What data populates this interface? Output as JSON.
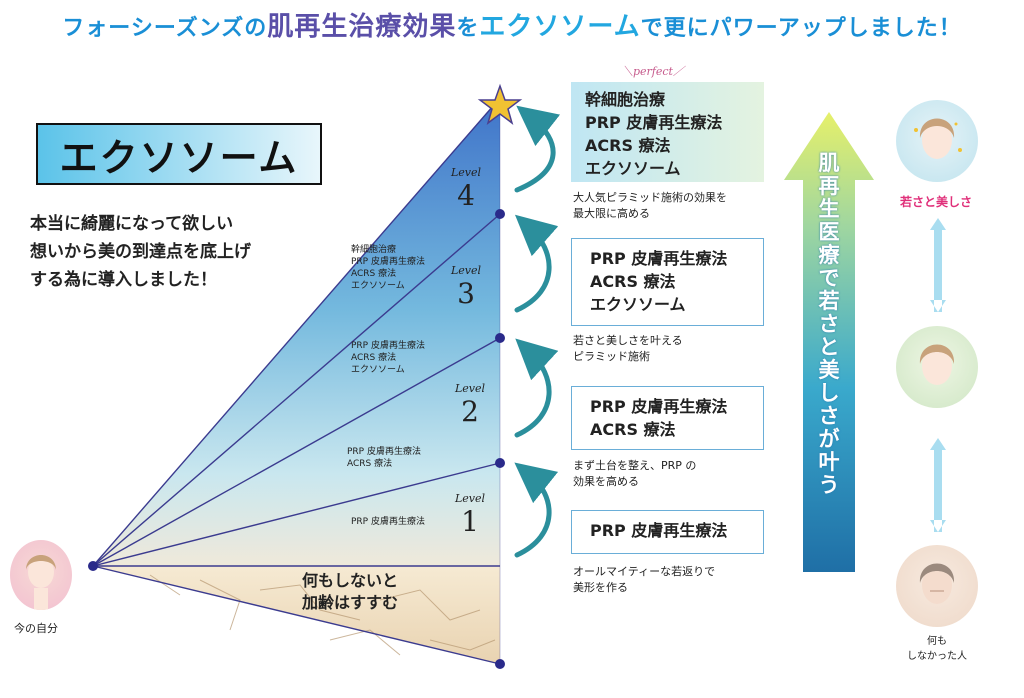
{
  "title": {
    "part1": "フォーシーズンズの",
    "highlight1": "肌再生治療効果",
    "part2": "を",
    "highlight2": "エクソソーム",
    "part3": "で更にパワーアップしました！"
  },
  "brand_box": "エクソソーム",
  "intro_lines": [
    "本当に綺麗になって欲しい",
    "想いから美の到達点を底上げ",
    "する為に導入しました！"
  ],
  "self_label": "今の自分",
  "desert_lines": [
    "何もしないと",
    "加齢はすすむ"
  ],
  "levels": [
    {
      "word": "Level",
      "num": "1",
      "labels": [
        "PRP 皮膚再生療法"
      ],
      "box": [
        "PRP 皮膚再生療法"
      ],
      "desc": [
        "オールマイティーな若返りで",
        "美形を作る"
      ]
    },
    {
      "word": "Level",
      "num": "2",
      "labels": [
        "PRP 皮膚再生療法",
        "ACRS 療法"
      ],
      "box": [
        "PRP 皮膚再生療法",
        "ACRS 療法"
      ],
      "desc": [
        "まず土台を整え、PRP の",
        "効果を高める"
      ]
    },
    {
      "word": "Level",
      "num": "3",
      "labels": [
        "PRP 皮膚再生療法",
        "ACRS 療法",
        "エクソソーム"
      ],
      "box": [
        "PRP 皮膚再生療法",
        "ACRS 療法",
        "エクソソーム"
      ],
      "desc": [
        "若さと美しさを叶える",
        "ピラミッド施術"
      ]
    },
    {
      "word": "Level",
      "num": "4",
      "labels": [
        "幹細胞治療",
        "PRP 皮膚再生療法",
        "ACRS 療法",
        "エクソソーム"
      ],
      "box": [
        "幹細胞治療",
        "PRP 皮膚再生療法",
        "ACRS 療法",
        "エクソソーム"
      ],
      "desc": [
        "大人気ピラミッド施術の効果を",
        "最大限に高める"
      ]
    }
  ],
  "perfect": "＼perfect／",
  "rail_text": "肌再生医療で若さと美しさが叶う",
  "faces": {
    "young": "若さと美しさ",
    "old_line1": "何も",
    "old_line2": "しなかった人"
  },
  "colors": {
    "title": "#1a8fd6",
    "accent_purple": "#5a4fa8",
    "line": "#3b3b8f",
    "arrow": "#2b8f9c",
    "pink": "#e0307a"
  }
}
